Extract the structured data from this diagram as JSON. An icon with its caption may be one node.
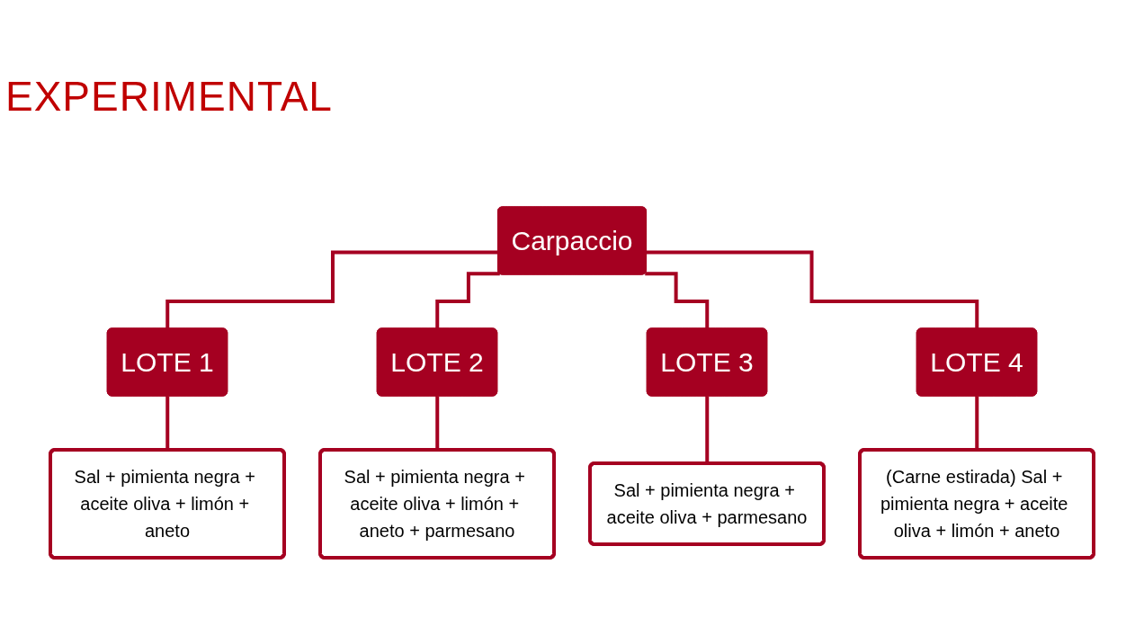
{
  "diagram": {
    "title": "EXPERIMENTAL",
    "nodes": [
      {
        "text": [
          "Carpaccio"
        ]
      },
      {
        "text": [
          "LOTE 1"
        ]
      },
      {
        "text": [
          "LOTE 2"
        ]
      },
      {
        "text": [
          "LOTE 3"
        ]
      },
      {
        "text": [
          "LOTE 4"
        ]
      },
      {
        "text": [
          "Sal + pimienta negra + aceite oliva + limón + aneto"
        ]
      },
      {
        "text": [
          "Sal + pimienta negra + aceite oliva + limón + aneto + parmesano"
        ]
      },
      {
        "text": [
          "Sal + pimienta negra + aceite oliva + parmesano"
        ]
      },
      {
        "text": [
          "(Carne estirada) Sal + pimienta negra + aceite oliva + limón + aneto"
        ]
      }
    ],
    "edges": [
      {
        "from": 0,
        "to": 1,
        "arrow": "none"
      },
      {
        "from": 0,
        "to": 2,
        "arrow": "none"
      },
      {
        "from": 0,
        "to": 3,
        "arrow": "none"
      },
      {
        "from": 0,
        "to": 4,
        "arrow": "none"
      },
      {
        "from": 1,
        "to": 5,
        "arrow": "none"
      },
      {
        "from": 2,
        "to": 6,
        "arrow": "none"
      },
      {
        "from": 3,
        "to": 7,
        "arrow": "none"
      },
      {
        "from": 4,
        "to": 8,
        "arrow": "none"
      }
    ]
  }
}
